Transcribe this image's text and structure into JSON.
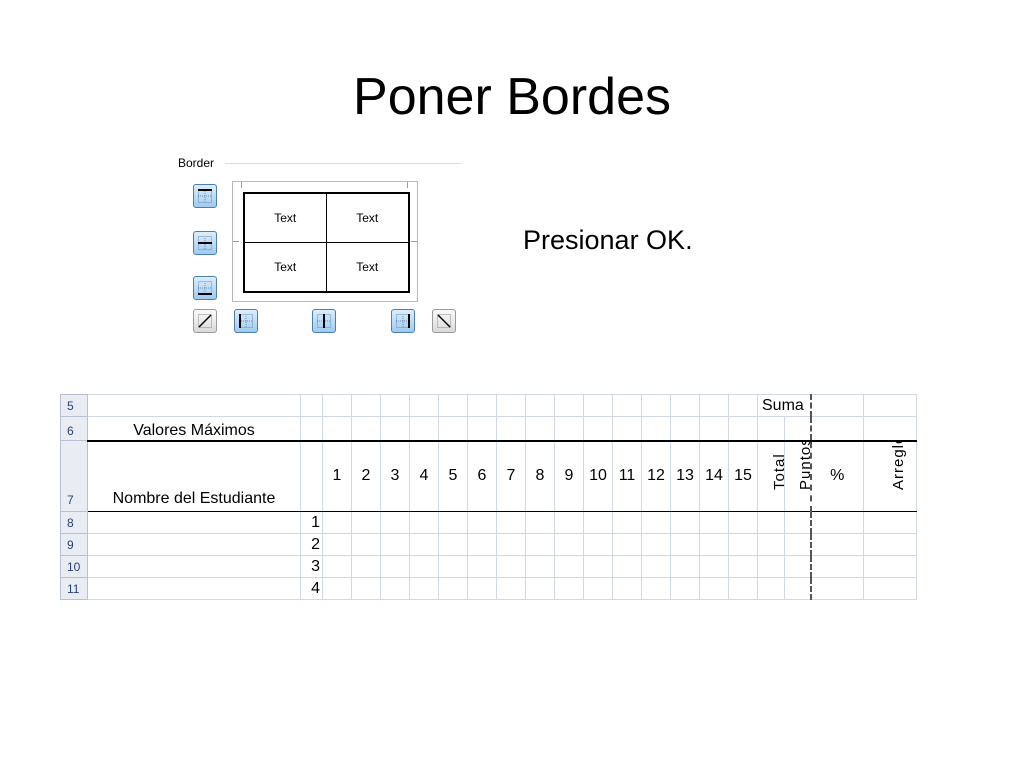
{
  "slide": {
    "title": "Poner Bordes",
    "instruction": "Presionar OK."
  },
  "border_panel": {
    "label": "Border",
    "preview_cells": [
      "Text",
      "Text",
      "Text",
      "Text"
    ],
    "buttons": [
      {
        "name": "border-top-button",
        "icon": "border-top-icon",
        "state": "on"
      },
      {
        "name": "border-inside-horizontal-button",
        "icon": "border-inside-horizontal-icon",
        "state": "on"
      },
      {
        "name": "border-bottom-button",
        "icon": "border-bottom-icon",
        "state": "on"
      },
      {
        "name": "border-diagonal-up-button",
        "icon": "border-diagonal-up-icon",
        "state": "off"
      },
      {
        "name": "border-left-button",
        "icon": "border-left-icon",
        "state": "on"
      },
      {
        "name": "border-inside-vertical-button",
        "icon": "border-inside-vertical-icon",
        "state": "on"
      },
      {
        "name": "border-right-button",
        "icon": "border-right-icon",
        "state": "on"
      },
      {
        "name": "border-diagonal-down-button",
        "icon": "border-diagonal-down-icon",
        "state": "off"
      }
    ]
  },
  "sheet": {
    "row_numbers": [
      "5",
      "6",
      "7",
      "8",
      "9",
      "10",
      "11"
    ],
    "suma_label": "Suma",
    "valores_label": "Valores Máximos",
    "nombre_label": "Nombre del Estudiante",
    "question_numbers": [
      "1",
      "2",
      "3",
      "4",
      "5",
      "6",
      "7",
      "8",
      "9",
      "10",
      "11",
      "12",
      "13",
      "14",
      "15"
    ],
    "total_label": "Total",
    "puntos_label": "Puntos",
    "percent_label": "%",
    "arreglo_label": "Arreglo",
    "student_indices": [
      "1",
      "2",
      "3",
      "4"
    ]
  },
  "colors": {
    "button_fill": "#9fcbef",
    "button_border": "#4d7eaf",
    "gridline": "#d0d7e5",
    "row_header_bg": "#e9edf3",
    "row_header_text": "#27417a"
  }
}
